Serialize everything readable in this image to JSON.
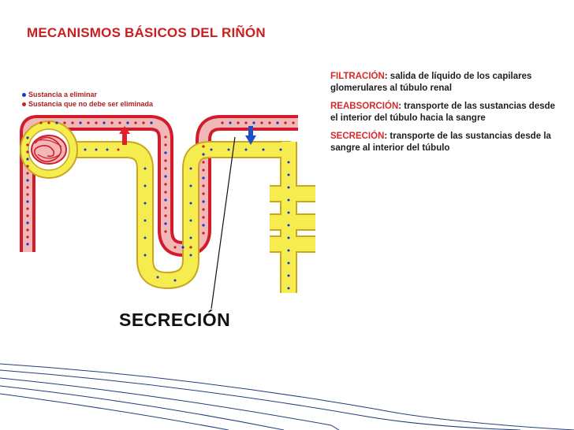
{
  "title": "MECANISMOS BÁSICOS DEL RIÑÓN",
  "legend": [
    {
      "label": "Sustancia a eliminar",
      "color": "#1f35c8"
    },
    {
      "label": "Sustancia que no debe ser eliminada",
      "color": "#c81e1e"
    }
  ],
  "definitions": [
    {
      "term": "FILTRACIÓN",
      "text": ": salida de líquido de los capilares glomerulares al túbulo renal"
    },
    {
      "term": "REABSORCIÓN",
      "text": ": transporte de las sustancias desde el interior del túbulo hacia la sangre"
    },
    {
      "term": "SECRECIÓN",
      "text": ": transporte de las sustancias desde la sangre al interior del túbulo"
    }
  ],
  "diagram_label": "SECRECIÓN",
  "colors": {
    "title": "#cc1e1e",
    "term": "#d62a2a",
    "vessel": "#d21c2c",
    "vessel_inner": "#f2b8b8",
    "tubule": "#f5ec4f",
    "tubule_outline": "#c9a520",
    "arrow_up": "#e0202a",
    "arrow_down": "#1f4fc8",
    "waves": "#233c7a"
  }
}
